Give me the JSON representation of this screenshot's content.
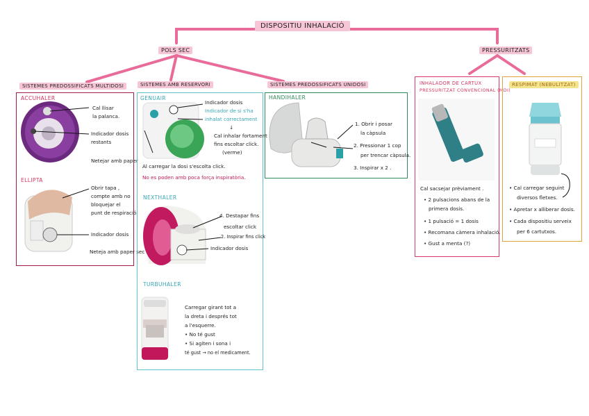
{
  "title": "DISPOSITIU INHALACIÓ",
  "branches": {
    "pols_sec": "POLS SEC",
    "pressuritzats": "PRESSURITZATS"
  },
  "columns": {
    "multidosi": "SISTEMES PREDOSSIFICATS MULTIDOSI",
    "reservori": "SISTEMES AMB RESERVORI",
    "unidosi": "SISTEMES PREDOSSIFICATS UNIDOSI"
  },
  "accuhaler": {
    "title": "ACCUHALER",
    "notes": [
      "Cal llisar",
      "la palanca.",
      "Indicador dosis",
      "restants",
      "Netejar amb paper"
    ]
  },
  "ellipta": {
    "title": "ELLIPTA",
    "notes": [
      "Obrir tapa ,",
      "compte amb no",
      "bloquejar el",
      "punt de respiració.",
      "Indicador dosis",
      "Neteja amb paper sec"
    ]
  },
  "genuair": {
    "title": "GENUAIR",
    "notes": [
      "Indicador dosis",
      "Indicador de si s'ha",
      "inhalat correctament",
      "↓",
      "Cal inhalar fortament",
      "fins escoltar click.",
      "(verme)"
    ],
    "bottom": [
      "Al carregar la dosi s'escolta click.",
      "No es poden amb poca força inspiratòria."
    ]
  },
  "nexthaler": {
    "title": "NEXTHALER",
    "notes": [
      "4. Destapar fins",
      "escoltar click",
      "2. Inspirar fins click",
      "Indicador dosis"
    ]
  },
  "turbuhaler": {
    "title": "TURBUHALER",
    "notes": [
      "Carregar girant tot a",
      "la dreta i després tot",
      "a l'esquerre.",
      "• No té gust",
      "• Si agiten i sona i",
      "té gust → no el medicament."
    ]
  },
  "handihaler": {
    "title": "HANDIHALER",
    "notes": [
      "1. Obrir i posar",
      "la càpsula",
      "2. Pressionar 1 cop",
      "per trencar càpsula.",
      "3. Inspirar x 2 ."
    ]
  },
  "mdi": {
    "title_line1": "INHALADOR DE CARTUX",
    "title_line2": "PRESSURITZAT CONVENCIONAL (MDI)",
    "notes": [
      "Cal sacsejar prèviament .",
      "• 2 pulsacions abans de la",
      "primera dosis.",
      "• 1 pulsació = 1 dosis",
      "• Recomana càmera inhalació.",
      "• Gust a menta (?)"
    ]
  },
  "respimat": {
    "title": "RESPIMAT (NEBULITZAT)",
    "notes": [
      "• Cal carregar seguint",
      "diversos fletxes.",
      "• Apretar x alliberar dosis.",
      "• Cada dispositiu serveix",
      "per 6 cartutxos."
    ]
  },
  "colors": {
    "pink": "#e74c8a",
    "teal": "#5fc4cf",
    "green": "#2f8a5a",
    "orange": "#e2a33c",
    "maroon": "#9b1d4b"
  }
}
